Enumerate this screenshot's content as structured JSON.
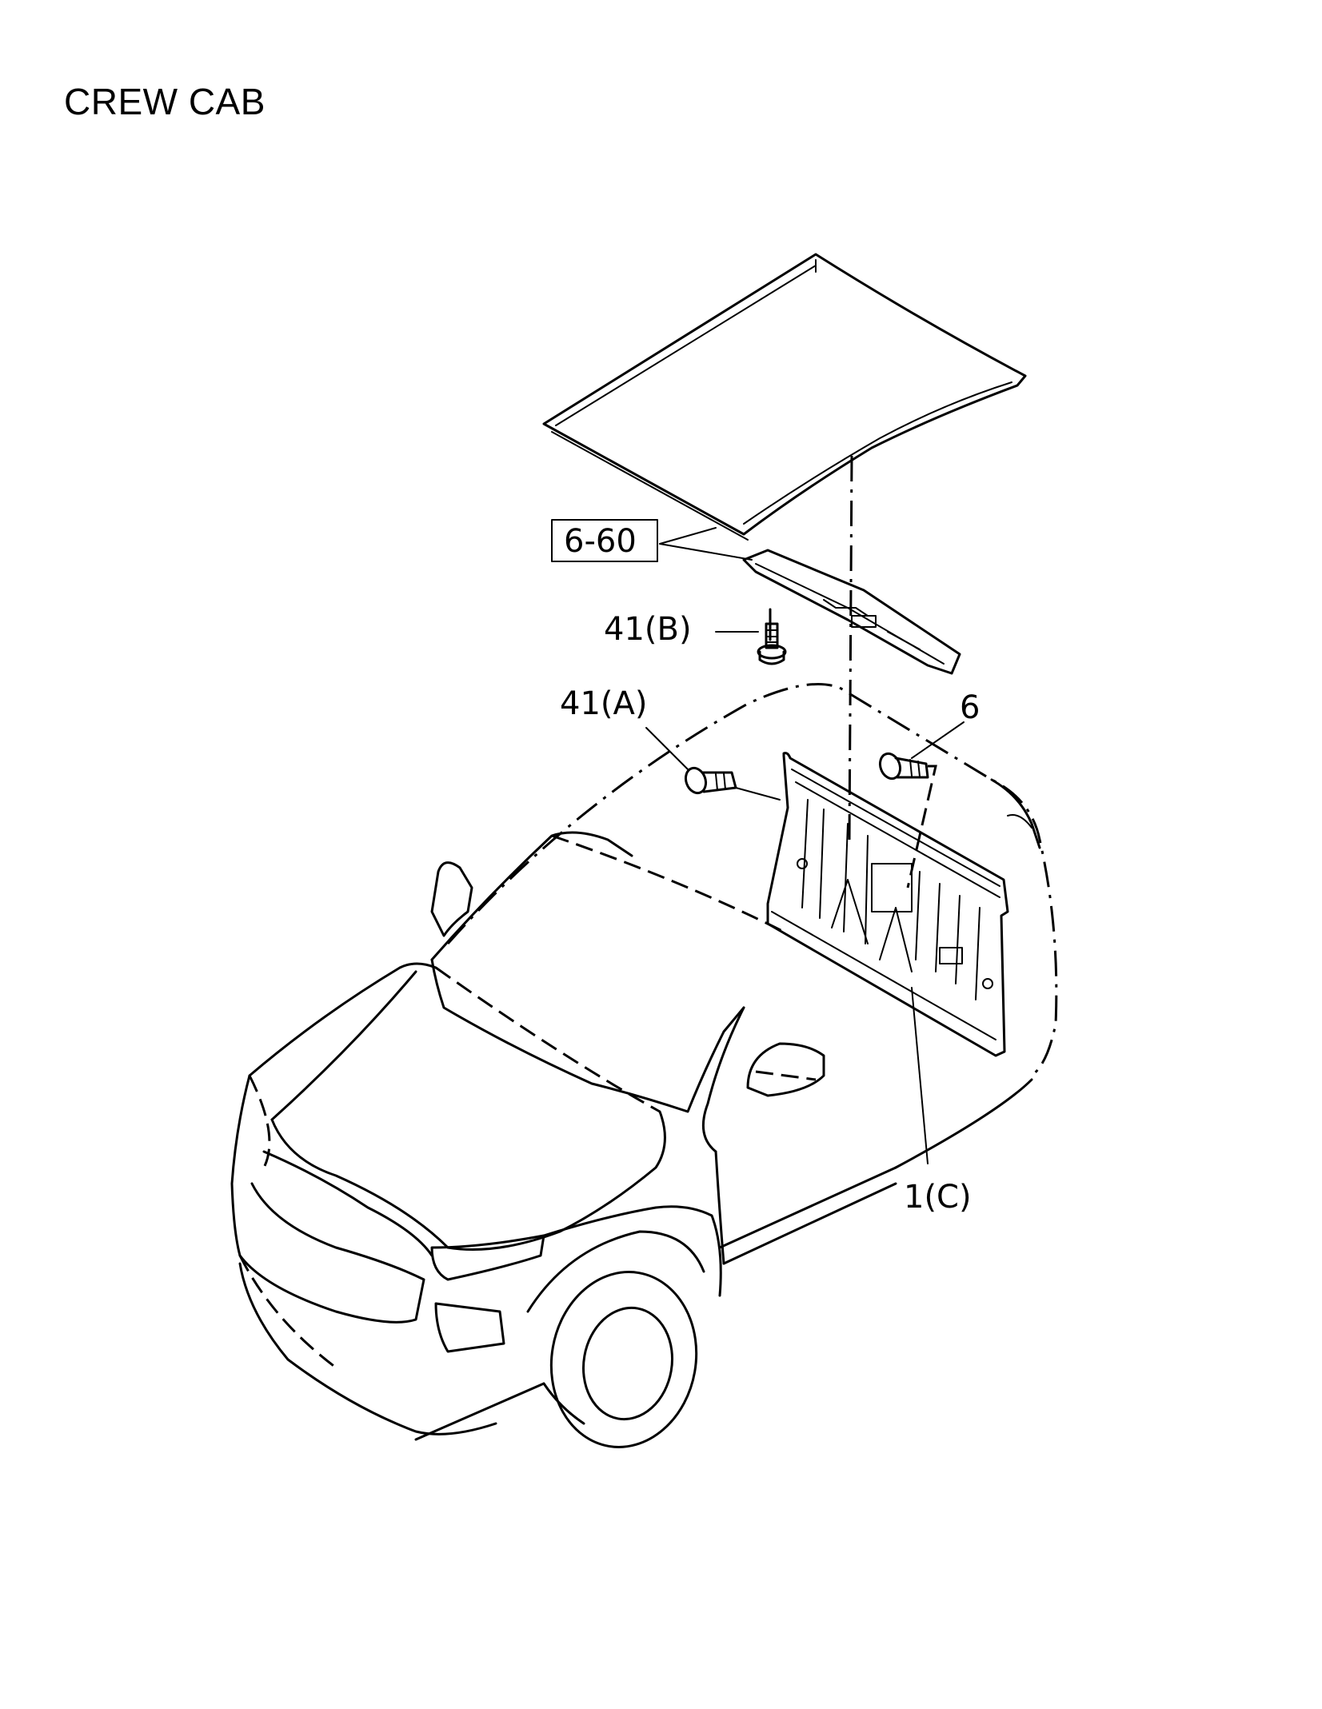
{
  "title": "CREW CAB",
  "callouts": {
    "roof_panel_ref": "6-60",
    "bolt_b": "41(B)",
    "bolt_a": "41(A)",
    "screw": "6",
    "back_panel": "1(C)"
  }
}
